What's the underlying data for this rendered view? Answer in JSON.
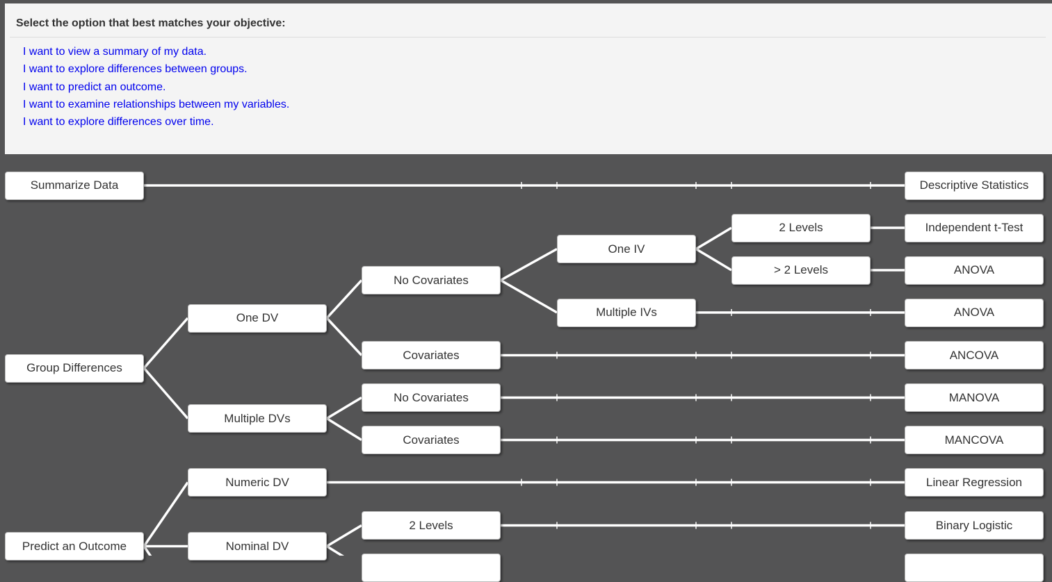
{
  "panel": {
    "heading": "Select the option that best matches your objective:",
    "links": [
      "I want to view a summary of my data.",
      "I want to explore differences between groups.",
      "I want to predict an outcome.",
      "I want to examine relationships between my variables.",
      "I want to explore differences over time."
    ]
  },
  "colors": {
    "page_background": "#545455",
    "panel_background": "#f4f4f4",
    "divider": "#dcdcdc",
    "link_blue": "#0000ee",
    "node_background": "#ffffff",
    "node_border": "#b9b9b9",
    "node_text": "#333333",
    "connector": "#ffffff"
  },
  "tree": {
    "nodes": [
      {
        "id": "summarize",
        "label": "Summarize Data"
      },
      {
        "id": "group-differences",
        "label": "Group Differences"
      },
      {
        "id": "predict-outcome",
        "label": "Predict an Outcome"
      },
      {
        "id": "one-dv",
        "label": "One DV"
      },
      {
        "id": "multiple-dvs",
        "label": "Multiple DVs"
      },
      {
        "id": "numeric-dv",
        "label": "Numeric DV"
      },
      {
        "id": "nominal-dv",
        "label": "Nominal DV"
      },
      {
        "id": "no-covariates-1",
        "label": "No Covariates"
      },
      {
        "id": "covariates-1",
        "label": "Covariates"
      },
      {
        "id": "no-covariates-2",
        "label": "No Covariates"
      },
      {
        "id": "covariates-2",
        "label": "Covariates"
      },
      {
        "id": "two-levels-nominal",
        "label": "2 Levels"
      },
      {
        "id": "partial-left",
        "label": ""
      },
      {
        "id": "one-iv",
        "label": "One IV"
      },
      {
        "id": "multiple-ivs",
        "label": "Multiple IVs"
      },
      {
        "id": "two-levels-iv",
        "label": "2 Levels"
      },
      {
        "id": "gt-two-levels-iv",
        "label": "> 2 Levels"
      },
      {
        "id": "descriptive-statistics",
        "label": "Descriptive Statistics"
      },
      {
        "id": "independent-t-test",
        "label": "Independent t-Test"
      },
      {
        "id": "anova-1",
        "label": "ANOVA"
      },
      {
        "id": "anova-2",
        "label": "ANOVA"
      },
      {
        "id": "ancova",
        "label": "ANCOVA"
      },
      {
        "id": "manova",
        "label": "MANOVA"
      },
      {
        "id": "mancova",
        "label": "MANCOVA"
      },
      {
        "id": "linear-regression",
        "label": "Linear Regression"
      },
      {
        "id": "binary-logistic",
        "label": "Binary Logistic"
      },
      {
        "id": "partial-right",
        "label": ""
      }
    ]
  }
}
